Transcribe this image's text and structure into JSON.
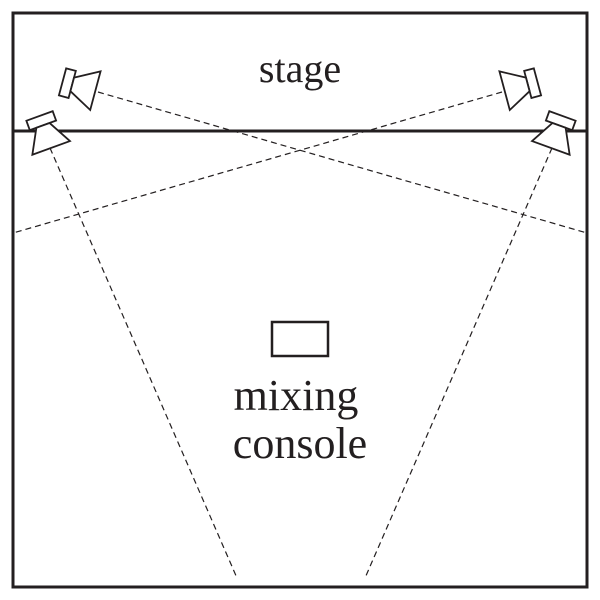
{
  "labels": {
    "stage": "stage",
    "console_line1": "mixing",
    "console_line2": "console"
  },
  "icons": {
    "speaker": "speaker-icon",
    "console": "mixing-console-icon"
  },
  "colors": {
    "ink": "#231f20",
    "background": "#ffffff"
  }
}
